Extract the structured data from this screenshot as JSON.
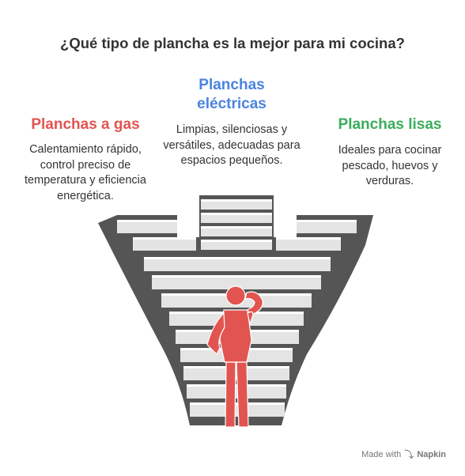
{
  "title": "¿Qué tipo de plancha es la mejor para mi cocina?",
  "items": [
    {
      "heading": "Planchas a gas",
      "description": "Calentamiento rápido, control preciso de temperatura y eficiencia energética.",
      "color": "#e25450"
    },
    {
      "heading": "Planchas eléctricas",
      "description": "Limpias, silenciosas y versátiles, adecuadas para espacios pequeños.",
      "color": "#4a84df"
    },
    {
      "heading": "Planchas lisas",
      "description": "Ideales para cocinar pescado, huevos y verduras.",
      "color": "#3aad5c"
    }
  ],
  "colors": {
    "stairs": "#555555",
    "step_face": "#e4e4e4",
    "person": "#e25450"
  },
  "watermark": {
    "prefix": "Made with",
    "brand": "Napkin",
    "icon": "napkin-logo-icon"
  }
}
